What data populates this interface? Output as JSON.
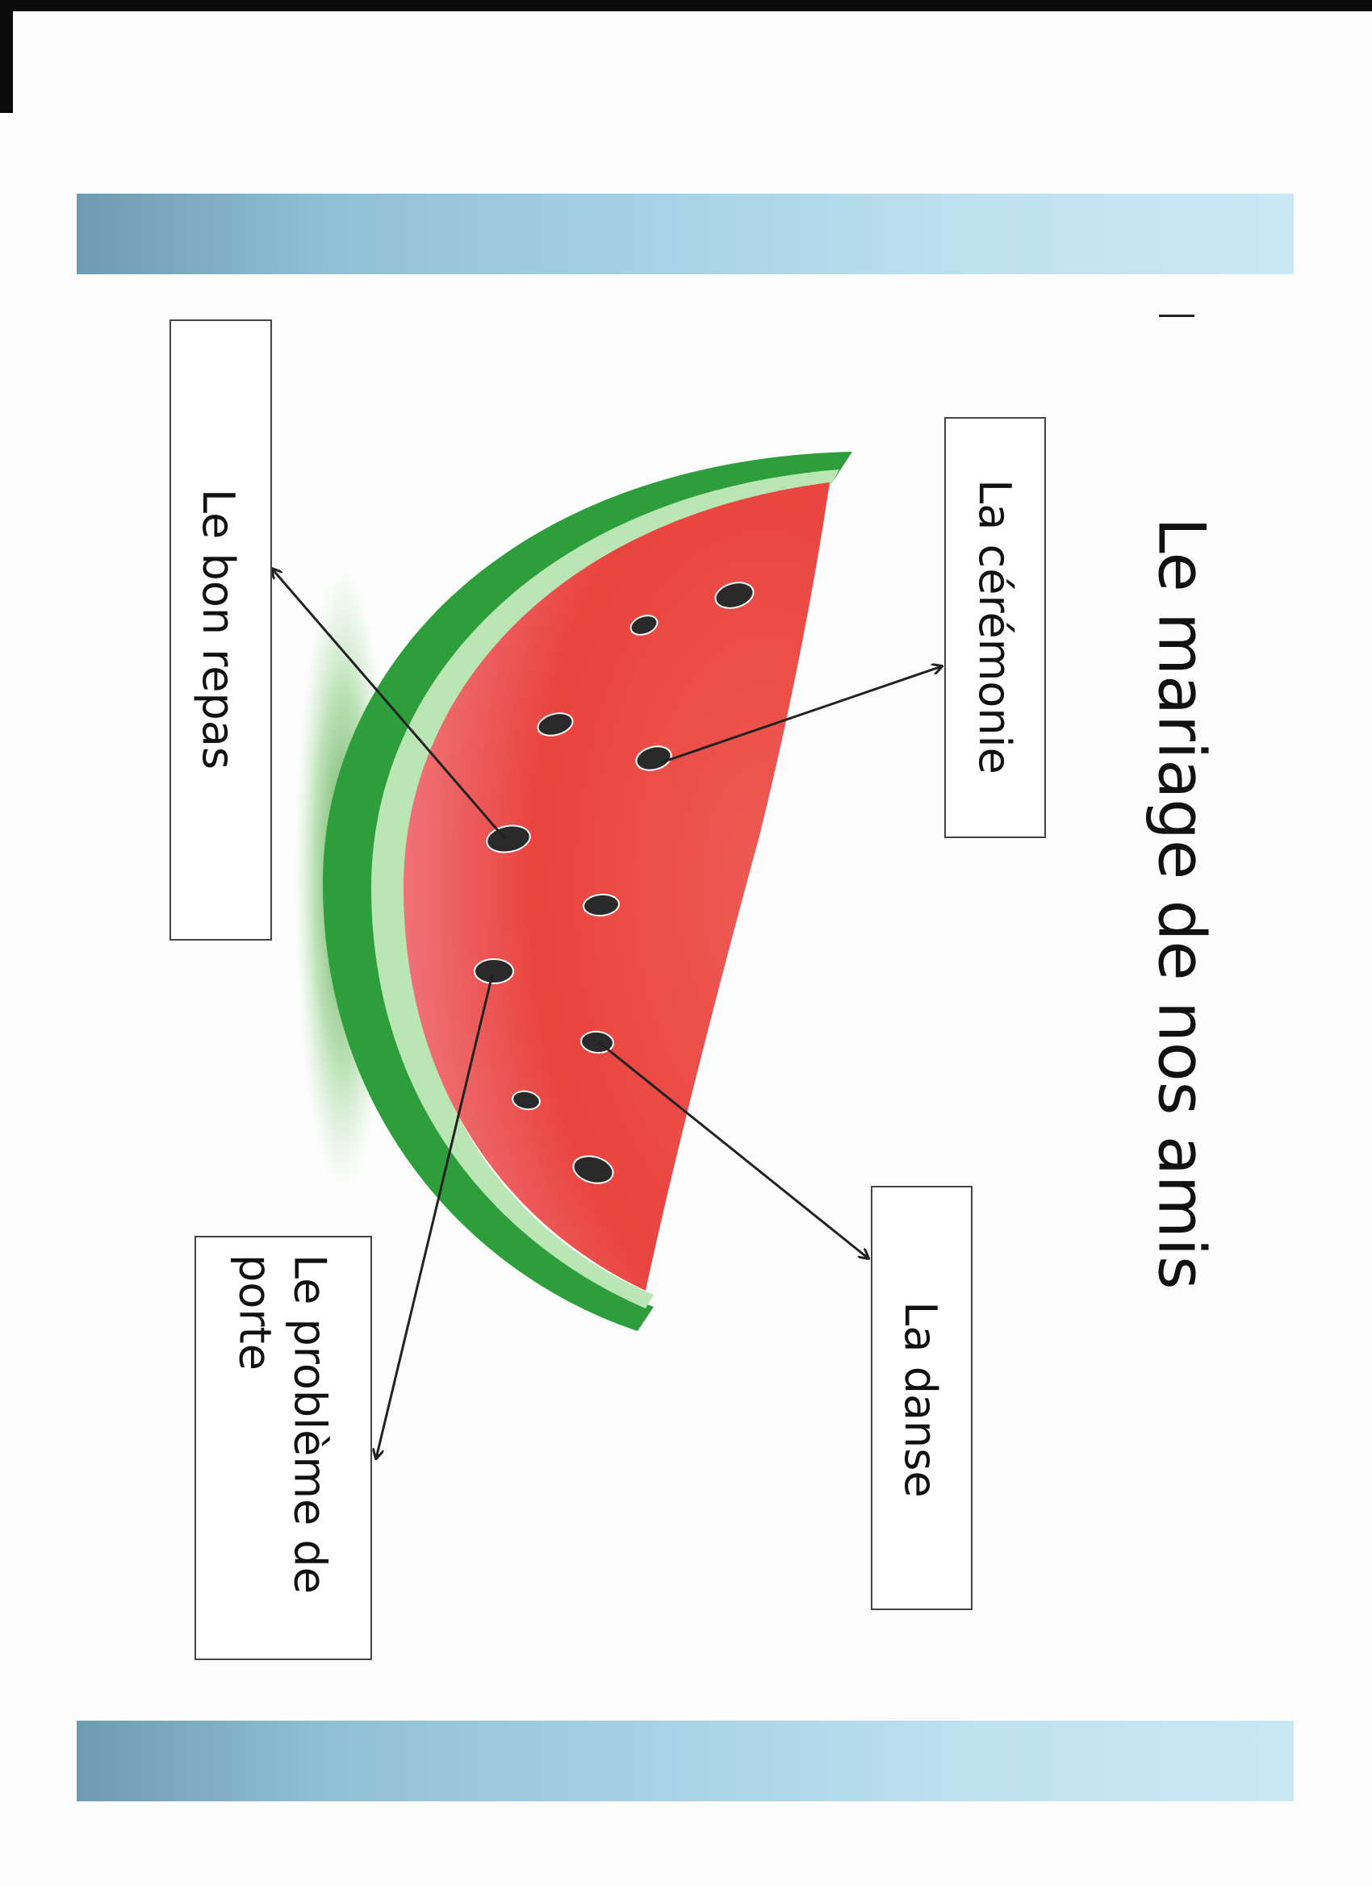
{
  "title": "Le mariage de nos amis",
  "labels": {
    "ceremonie": "La cérémonie",
    "danse": "La danse",
    "bon_repas": "Le bon repas",
    "probleme_porte": "Le problème de porte"
  },
  "colors": {
    "band": "#9fcbe0",
    "rind": "#2e9e3c",
    "flesh": "#e8463f",
    "seed": "#2a2a2a",
    "arrow": "#222222"
  }
}
